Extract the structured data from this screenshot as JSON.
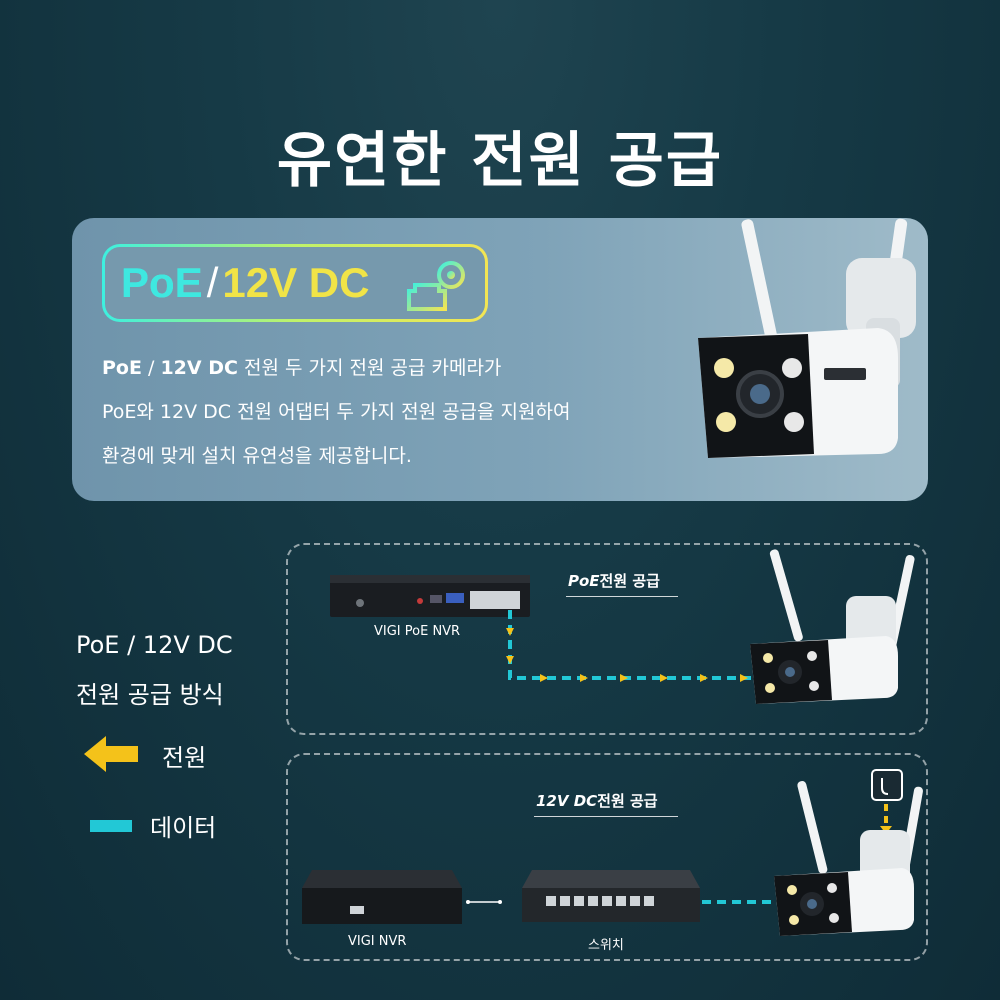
{
  "title": "유연한 전원 공급",
  "badge": {
    "poe": "PoE",
    "slash": "/",
    "dc": "12V DC",
    "icon": "ethernet-port-icon"
  },
  "description": {
    "line1_bold": "PoE",
    "line1_slash": " / ",
    "line1_bold2": "12V DC",
    "line1_rest": " 전원 두 가지 전원 공급 카메라가",
    "line2": "PoE와 12V DC 전원 어댑터 두 가지 전원 공급을 지원하여",
    "line3": "환경에 맞게 설치 유연성을 제공합니다."
  },
  "legend": {
    "title_line1": "PoE / 12V DC",
    "title_line2": "전원 공급 방식",
    "power_label": "전원",
    "data_label": "데이터"
  },
  "poe_section": {
    "caption_prefix": "PoE",
    "caption_suffix": "전원 공급",
    "nvr_label": "VIGI PoE NVR"
  },
  "dc_section": {
    "caption_prefix": "12V DC",
    "caption_suffix": "전원 공급",
    "nvr_label": "VIGI NVR",
    "switch_label": "스위치"
  },
  "colors": {
    "power": "#f4c21a",
    "data": "#22c8d6",
    "poe_accent": "#3ee8e0",
    "dc_accent": "#f1e447"
  }
}
